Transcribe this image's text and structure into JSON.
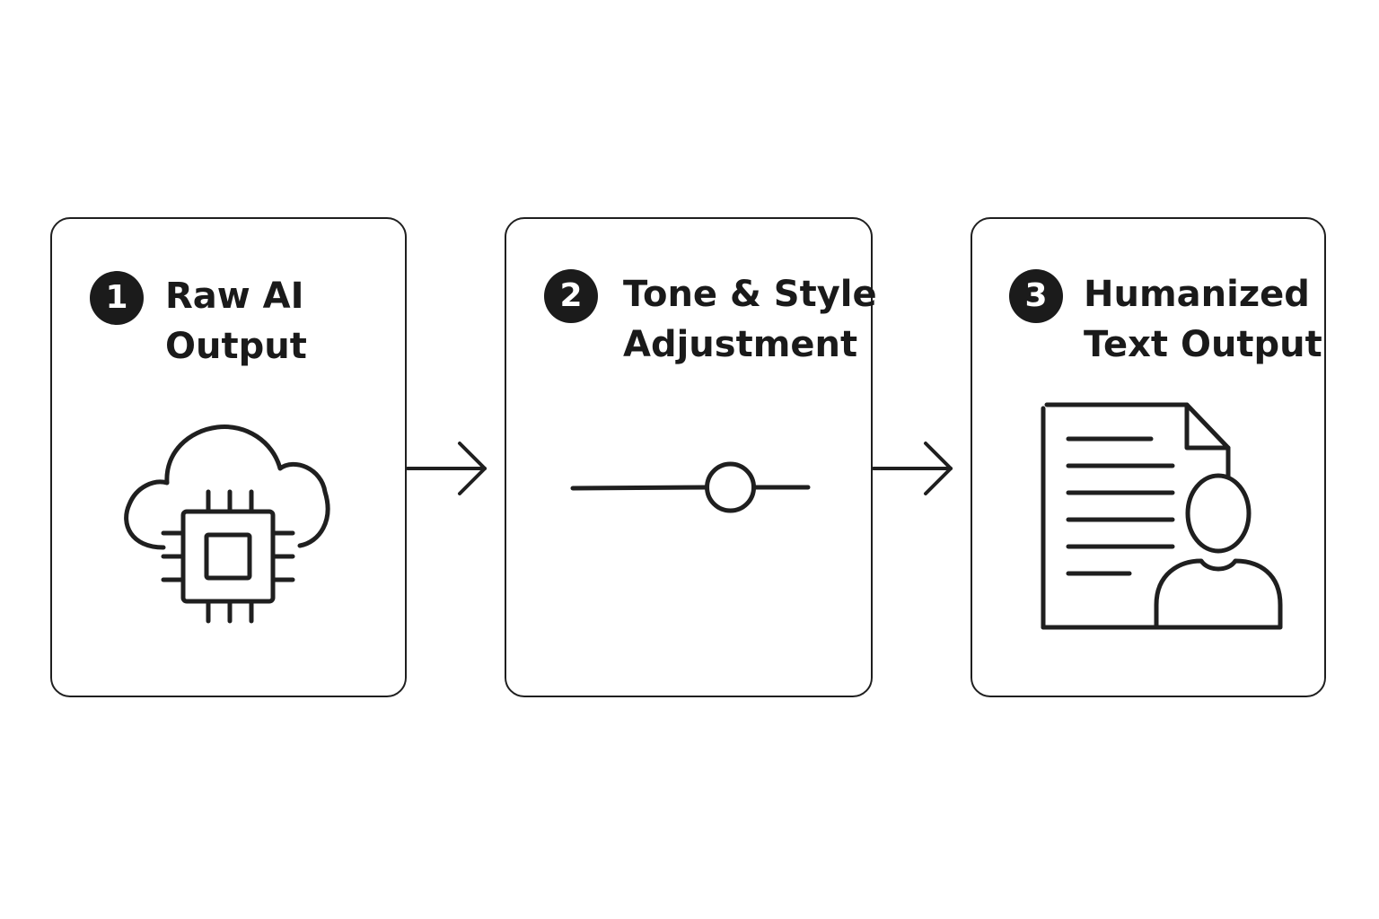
{
  "diagram": {
    "steps": [
      {
        "number": "1",
        "title_line1": "Raw AI",
        "title_line2": "Output",
        "icon": "cloud-chip-icon"
      },
      {
        "number": "2",
        "title_line1": "Tone & Style",
        "title_line2": "Adjustment",
        "icon": "slider-icon"
      },
      {
        "number": "3",
        "title_line1": "Humanized",
        "title_line2": "Text Output",
        "icon": "document-person-icon"
      }
    ],
    "slider_level": 0.67,
    "colors": {
      "stroke": "#1f1f1f",
      "badge_fill": "#1b1b1b",
      "badge_text": "#ffffff",
      "background": "#ffffff"
    }
  }
}
